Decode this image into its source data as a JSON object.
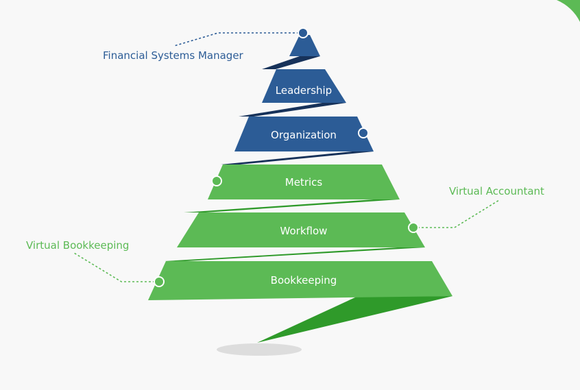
{
  "diagram": {
    "tiers": [
      {
        "id": "leadership",
        "label": "Leadership"
      },
      {
        "id": "organization",
        "label": "Organization"
      },
      {
        "id": "metrics",
        "label": "Metrics"
      },
      {
        "id": "workflow",
        "label": "Workflow"
      },
      {
        "id": "bookkeeping",
        "label": "Bookkeeping"
      }
    ],
    "callouts": [
      {
        "id": "financial-systems-manager",
        "label": "Financial Systems Manager"
      },
      {
        "id": "virtual-accountant",
        "label": "Virtual Accountant"
      },
      {
        "id": "virtual-bookkeeping",
        "label": "Virtual Bookkeeping"
      }
    ],
    "colors": {
      "blue": "#2c5c96",
      "blue_dark": "#17325a",
      "green": "#5cba55",
      "green_dark": "#2f9a2a",
      "callout_blue": "#2c5c96",
      "callout_green": "#5cba55",
      "background": "#f8f8f8"
    }
  }
}
